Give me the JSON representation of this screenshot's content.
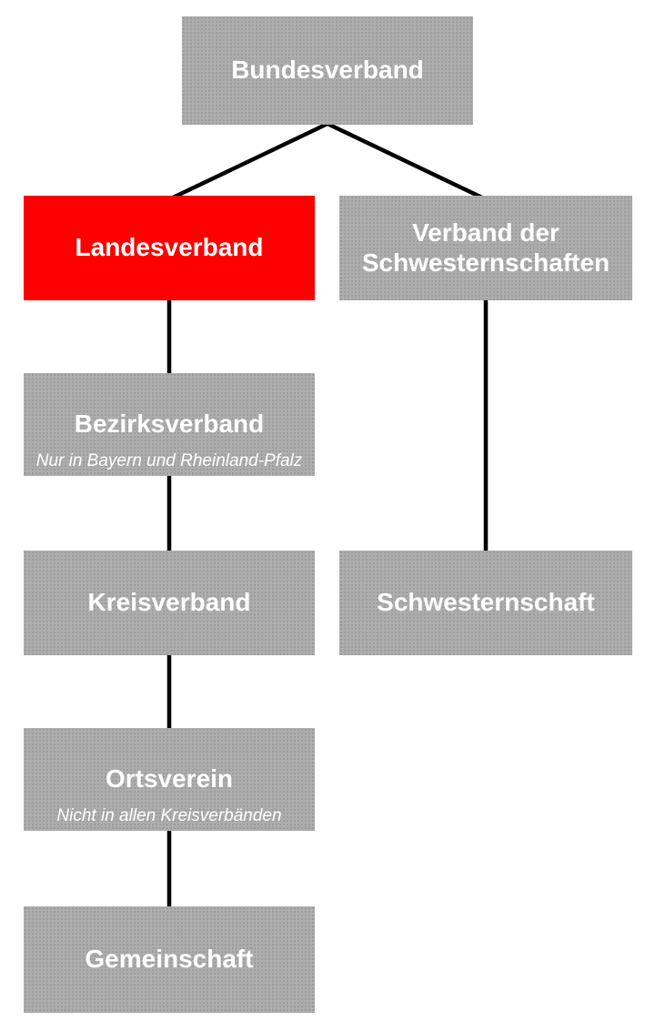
{
  "nodes": [
    {
      "id": "bundesverband",
      "label": "Bundesverband",
      "note": "",
      "highlighted": false
    },
    {
      "id": "landesverband",
      "label": "Landesverband",
      "note": "",
      "highlighted": true
    },
    {
      "id": "verband-der-schwesternschaften",
      "label": "Verband der Schwesternschaften",
      "note": "",
      "highlighted": false
    },
    {
      "id": "bezirksverband",
      "label": "Bezirksverband",
      "note": "Nur in Bayern und Rheinland-Pfalz",
      "highlighted": false
    },
    {
      "id": "kreisverband",
      "label": "Kreisverband",
      "note": "",
      "highlighted": false
    },
    {
      "id": "schwesternschaft",
      "label": "Schwesternschaft",
      "note": "",
      "highlighted": false
    },
    {
      "id": "ortsverein",
      "label": "Ortsverein",
      "note": "Nicht in allen Kreisverbänden",
      "highlighted": false
    },
    {
      "id": "gemeinschaft",
      "label": "Gemeinschaft",
      "note": "",
      "highlighted": false
    }
  ],
  "edges": [
    {
      "from": "bundesverband",
      "to": "landesverband"
    },
    {
      "from": "bundesverband",
      "to": "verband-der-schwesternschaften"
    },
    {
      "from": "landesverband",
      "to": "bezirksverband"
    },
    {
      "from": "bezirksverband",
      "to": "kreisverband"
    },
    {
      "from": "kreisverband",
      "to": "ortsverein"
    },
    {
      "from": "ortsverein",
      "to": "gemeinschaft"
    },
    {
      "from": "verband-der-schwesternschaften",
      "to": "schwesternschaft"
    }
  ],
  "colors": {
    "box_gray": "#a8a8a8",
    "highlight_red": "#fe0000",
    "connector_black": "#000000",
    "label_white": "#ffffff"
  }
}
